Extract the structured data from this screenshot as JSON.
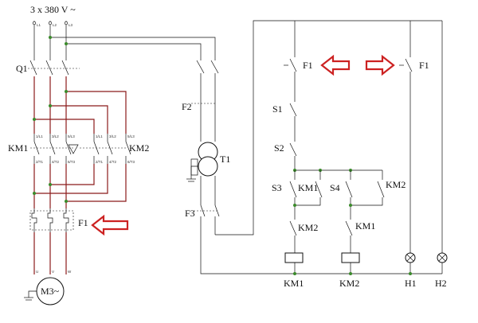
{
  "supply": {
    "label": "3 x 380 V ~"
  },
  "power": {
    "phases": [
      "L1",
      "L2",
      "L3"
    ],
    "q1": "Q1",
    "km1": "KM1",
    "km2": "KM2",
    "f1": "F1",
    "motor": "M3~",
    "motor_terminals": [
      "U",
      "V",
      "W"
    ]
  },
  "transformer": {
    "f2": "F2",
    "t1": "T1",
    "f3": "F3"
  },
  "control": {
    "f1": "F1",
    "s1": "S1",
    "s2": "S2",
    "s3": "S3",
    "s4": "S4",
    "km1_aux": "KM1",
    "km2_aux": "KM2",
    "km1_interlock": "KM1",
    "km2_interlock": "KM2",
    "f1_right": "F1"
  },
  "loads": [
    {
      "label": "KM1"
    },
    {
      "label": "KM2"
    },
    {
      "label": "H1"
    },
    {
      "label": "H2"
    }
  ],
  "arrow_color": "#cc2222",
  "wire_colors": {
    "power": "#8b1a1a",
    "control": "#111111",
    "node": "#3a8a2a"
  }
}
